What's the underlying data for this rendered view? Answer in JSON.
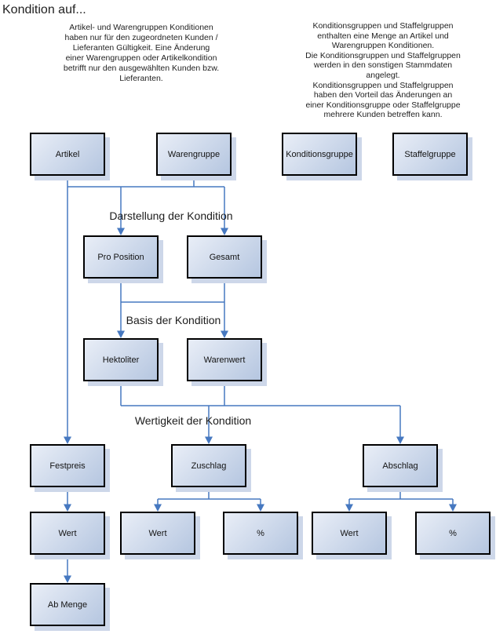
{
  "title": "Kondition auf...",
  "notes": {
    "left": "Artikel- und Warengruppen Konditionen\nhaben nur für den zugeordneten Kunden /\nLieferanten Gültigkeit. Eine Änderung\neiner Warengruppen oder Artikelkondition\nbetrifft nur den ausgewählten Kunden bzw.\nLieferanten.",
    "right": "Konditionsgruppen und Staffelgruppen\nenthalten eine Menge an Artikel und\nWarengruppen Konditionen.\nDie Konditionsgruppen und Staffelgruppen\nwerden in den sonstigen Stammdaten\nangelegt.\nKonditionsgruppen und Staffelgruppen\nhaben den Vorteil das Änderungen an\neiner Konditionsgruppe oder Staffelgruppe\nmehrere Kunden betreffen kann."
  },
  "section_labels": {
    "darstellung": "Darstellung der Kondition",
    "basis": "Basis der Kondition",
    "wertigkeit": "Wertigkeit der Kondition"
  },
  "nodes": {
    "artikel": {
      "label": "Artikel"
    },
    "warengruppe": {
      "label": "Warengruppe"
    },
    "konditionsgruppe": {
      "label": "Konditionsgruppe"
    },
    "staffelgruppe": {
      "label": "Staffelgruppe"
    },
    "pro_position": {
      "label": "Pro Position"
    },
    "gesamt": {
      "label": "Gesamt"
    },
    "hektoliter": {
      "label": "Hektoliter"
    },
    "warenwert": {
      "label": "Warenwert"
    },
    "festpreis": {
      "label": "Festpreis"
    },
    "zuschlag": {
      "label": "Zuschlag"
    },
    "abschlag": {
      "label": "Abschlag"
    },
    "wert_festpreis": {
      "label": "Wert"
    },
    "wert_zuschlag": {
      "label": "Wert"
    },
    "prozent_zuschlag": {
      "label": "%"
    },
    "wert_abschlag": {
      "label": "Wert"
    },
    "prozent_abschlag": {
      "label": "%"
    },
    "ab_menge": {
      "label": "Ab Menge"
    }
  },
  "edges": [
    {
      "from": "artikel",
      "to": "pro_position"
    },
    {
      "from": "artikel",
      "to": "gesamt"
    },
    {
      "from": "artikel",
      "to": "festpreis"
    },
    {
      "from": "warengruppe",
      "to": "pro_position"
    },
    {
      "from": "warengruppe",
      "to": "gesamt"
    },
    {
      "from": "pro_position",
      "to": "hektoliter"
    },
    {
      "from": "pro_position",
      "to": "warenwert"
    },
    {
      "from": "gesamt",
      "to": "hektoliter"
    },
    {
      "from": "gesamt",
      "to": "warenwert"
    },
    {
      "from": "hektoliter",
      "to": "zuschlag"
    },
    {
      "from": "hektoliter",
      "to": "abschlag"
    },
    {
      "from": "warenwert",
      "to": "zuschlag"
    },
    {
      "from": "warenwert",
      "to": "abschlag"
    },
    {
      "from": "festpreis",
      "to": "wert_festpreis"
    },
    {
      "from": "zuschlag",
      "to": "wert_zuschlag"
    },
    {
      "from": "zuschlag",
      "to": "prozent_zuschlag"
    },
    {
      "from": "abschlag",
      "to": "wert_abschlag"
    },
    {
      "from": "abschlag",
      "to": "prozent_abschlag"
    },
    {
      "from": "wert_festpreis",
      "to": "ab_menge"
    }
  ],
  "colors": {
    "connector": "#4678c0",
    "node_border": "#000000",
    "node_fill_light": "#e9eef7",
    "node_fill_dark": "#b5c6e0",
    "node_shadow": "#cdd7e9",
    "text": "#1a1a1a",
    "background": "#ffffff"
  }
}
